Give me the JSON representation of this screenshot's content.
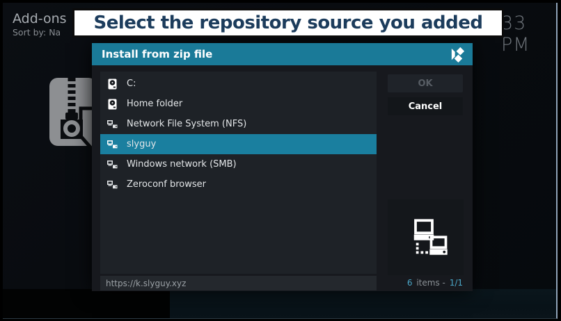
{
  "banner": {
    "text": "Select the repository source you added"
  },
  "background_ui": {
    "title": "Add-ons",
    "sort": "Sort by: Na",
    "clock": "33 PM"
  },
  "dialog": {
    "title": "Install from zip file",
    "items": [
      {
        "label": "C:",
        "icon": "hard-drive-icon"
      },
      {
        "label": "Home folder",
        "icon": "hard-drive-icon"
      },
      {
        "label": "Network File System (NFS)",
        "icon": "network-icon"
      },
      {
        "label": "slyguy",
        "icon": "network-icon",
        "selected": true
      },
      {
        "label": "Windows network (SMB)",
        "icon": "network-icon"
      },
      {
        "label": "Zeroconf browser",
        "icon": "network-icon"
      }
    ],
    "buttons": {
      "ok": "OK",
      "cancel": "Cancel"
    },
    "status": {
      "url": "https://k.slyguy.xyz",
      "count": "6",
      "items_text": "items -",
      "page": "1/1"
    },
    "icons": {
      "header_logo": "kodi-logo-icon",
      "thumbnail": "network-computers-icon",
      "background": "zip-file-icon"
    }
  },
  "colors": {
    "header_teal": "#1a7a98",
    "selection_teal": "#1a7f9f",
    "count_teal": "#4ba7c8",
    "banner_text": "#1c3c5c",
    "banner_bg": "#ffffff",
    "dialog_bg": "#17191e",
    "list_bg": "#1e2227"
  }
}
